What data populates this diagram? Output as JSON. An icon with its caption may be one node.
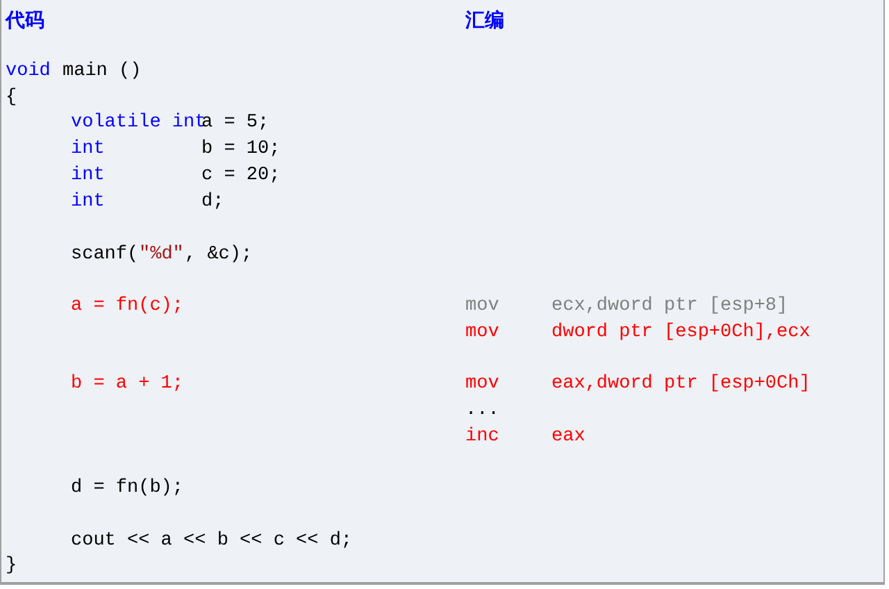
{
  "diagram": {
    "labels": [
      "代码",
      "汇编",
      "void",
      "main ()",
      "{",
      "volatile int",
      "a = 5;",
      "int",
      "b = 10;",
      "int",
      "c = 20;",
      "int",
      "d;",
      "scanf(",
      "\"%d\"",
      ", &c);",
      "a = fn(c);",
      "mov",
      "ecx,dword ptr [esp+8]",
      "mov",
      "dword ptr [esp+0Ch],ecx",
      "b = a + 1;",
      "mov",
      "eax,dword ptr [esp+0Ch]",
      "...",
      "inc",
      "eax",
      "d = fn(b);",
      "cout << a << b << c << d;",
      "}"
    ]
  }
}
